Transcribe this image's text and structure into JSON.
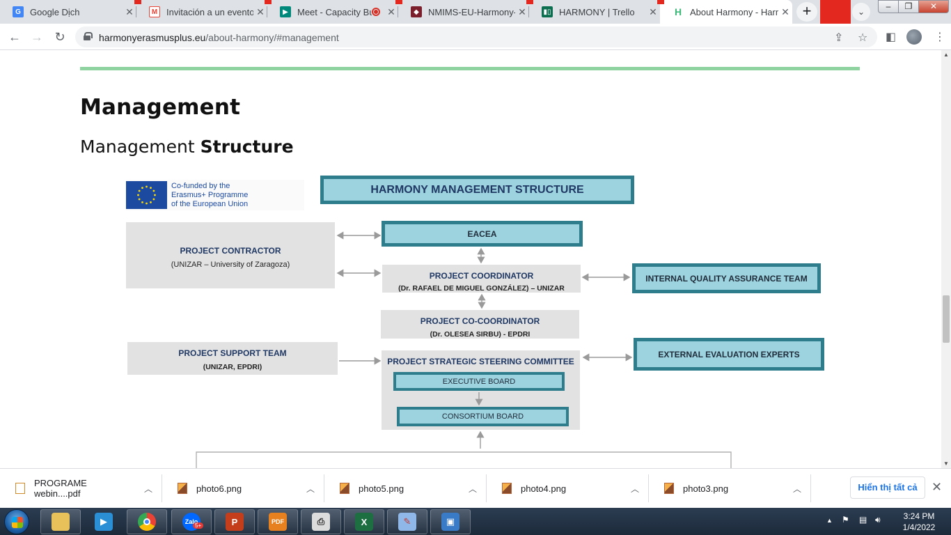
{
  "browser": {
    "tabs": [
      {
        "title": "Google Dịch",
        "icon": "google-translate-icon",
        "color": "#4285f4"
      },
      {
        "title": "Invitación a un evento:",
        "icon": "gmail-icon",
        "color": "#ea4335"
      },
      {
        "title": "Meet - Capacity Bu",
        "icon": "google-meet-icon",
        "color": "#00897b"
      },
      {
        "title": "NMIMS-EU-Harmony-C",
        "icon": "shield-icon",
        "color": "#7a1f2b"
      },
      {
        "title": "HARMONY | Trello",
        "icon": "trello-icon",
        "color": "#0b6e4f"
      },
      {
        "title": "About Harmony - Harm",
        "icon": "harmony-icon",
        "color": "#3cb878"
      }
    ],
    "url_host": "harmonyerasmusplus.eu",
    "url_path": "/about-harmony/#management"
  },
  "page": {
    "heading": "Management",
    "subheading_light": "Management ",
    "subheading_bold": "Structure",
    "eu_logo": {
      "line1": "Co-funded by the",
      "line2": "Erasmus+ Programme",
      "line3": "of the European Union"
    },
    "chart": {
      "title": "HARMONY MANAGEMENT STRUCTURE",
      "eacea": "EACEA",
      "contractor": {
        "title": "PROJECT CONTRACTOR",
        "sub": "(UNIZAR – University of Zaragoza)"
      },
      "coordinator": {
        "title": "PROJECT COORDINATOR",
        "sub": "(Dr. RAFAEL DE MIGUEL GONZÁLEZ) – UNIZAR"
      },
      "iqa": "INTERNAL QUALITY ASSURANCE TEAM",
      "cocoordinator": {
        "title": "PROJECT CO-COORDINATOR",
        "sub": "(Dr. OLESEA SIRBU) - EPDRI"
      },
      "support": {
        "title": "PROJECT SUPPORT TEAM",
        "sub": "(UNIZAR, EPDRI)"
      },
      "steering": "PROJECT STRATEGIC STEERING COMMITTEE",
      "executive": "EXECUTIVE BOARD",
      "consortium": "CONSORTIUM BOARD",
      "external": "EXTERNAL EVALUATION EXPERTS"
    }
  },
  "downloads": {
    "items": [
      {
        "name": "PROGRAME webin....pdf",
        "type": "pdf"
      },
      {
        "name": "photo6.png",
        "type": "image"
      },
      {
        "name": "photo5.png",
        "type": "image"
      },
      {
        "name": "photo4.png",
        "type": "image"
      },
      {
        "name": "photo3.png",
        "type": "image"
      }
    ],
    "show_all": "Hiển thị tất cả"
  },
  "taskbar": {
    "time": "3:24 PM",
    "date": "1/4/2022",
    "zalo_badge": "5+"
  }
}
